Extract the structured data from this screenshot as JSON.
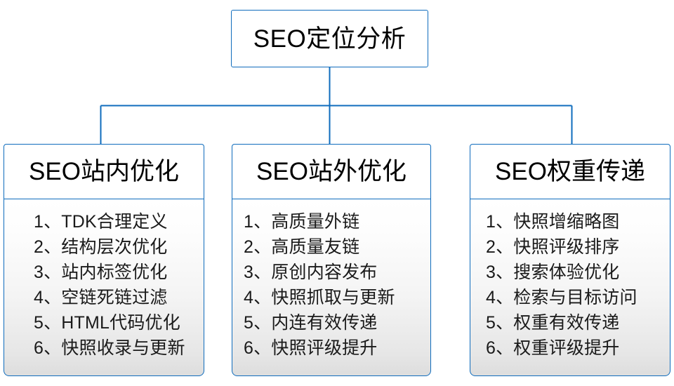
{
  "diagram": {
    "type": "hierarchy-tree",
    "root": {
      "label": "SEO定位分析"
    },
    "accent_color": "#0f6cbd",
    "text_color": "#000000",
    "background_color": "#ffffff",
    "branches": [
      {
        "id": "seo-onsite",
        "header": "SEO站内优化",
        "items": [
          "1、TDK合理定义",
          "2、结构层次优化",
          "3、站内标签优化",
          "4、空链死链过滤",
          "5、HTML代码优化",
          "6、快照收录与更新"
        ]
      },
      {
        "id": "seo-offsite",
        "header": "SEO站外优化",
        "items": [
          "1、高质量外链",
          "2、高质量友链",
          "3、原创内容发布",
          "4、快照抓取与更新",
          "5、内连有效传递",
          "6、快照评级提升"
        ]
      },
      {
        "id": "seo-weight",
        "header": "SEO权重传递",
        "items": [
          "1、快照增缩略图",
          "2、快照评级排序",
          "3、搜索体验优化",
          "4、检索与目标访问",
          "5、权重有效传递",
          "6、权重评级提升"
        ]
      }
    ]
  }
}
